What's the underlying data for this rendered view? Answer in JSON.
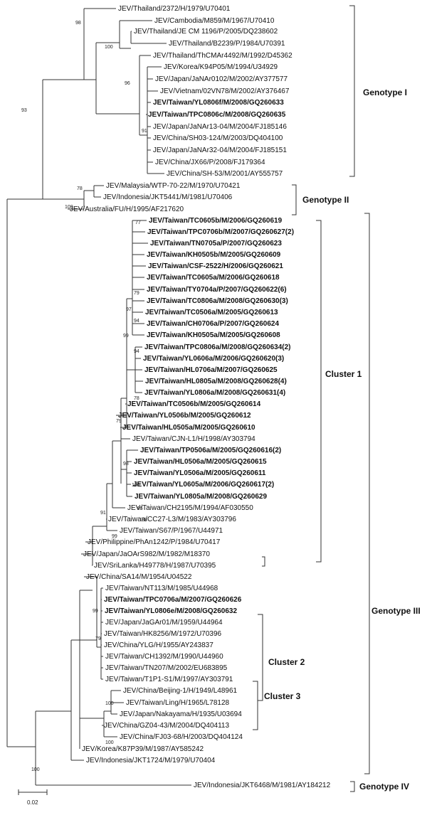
{
  "figure": {
    "leaves": [
      {
        "label": "JEV/Thailand/2372/H/1979/U70401",
        "bold": false
      },
      {
        "label": "JEV/Cambodia/M859/M/1967/U70410",
        "bold": false
      },
      {
        "label": "JEV/Thailand/JE CM 1196/P/2005/DQ238602",
        "bold": false
      },
      {
        "label": "JEV/Thailand/B2239/P/1984/U70391",
        "bold": false
      },
      {
        "label": "JEV/Thailand/ThCMAr4492/M/1992/D45362",
        "bold": false
      },
      {
        "label": "JEV/Korea/K94P05/M/1994/U34929",
        "bold": false
      },
      {
        "label": "JEV/Japan/JaNAr0102/M/2002/AY377577",
        "bold": false
      },
      {
        "label": "JEV/Vietnam/02VN78/M/2002/AY376467",
        "bold": false
      },
      {
        "label": "JEV/Taiwan/YL0806f/M/2008/GQ260633",
        "bold": true
      },
      {
        "label": "JEV/Taiwan/TPC0806c/M/2008/GQ260635",
        "bold": true
      },
      {
        "label": "JEV/Japan/JaNAr13-04/M/2004/FJ185146",
        "bold": false
      },
      {
        "label": "JEV/China/SH03-124/M/2003/DQ404100",
        "bold": false
      },
      {
        "label": "JEV/Japan/JaNAr32-04/M/2004/FJ185151",
        "bold": false
      },
      {
        "label": "JEV/China/JX66/P/2008/FJ179364",
        "bold": false
      },
      {
        "label": "JEV/China/SH-53/M/2001/AY555757",
        "bold": false
      },
      {
        "label": "JEV/Malaysia/WTP-70-22/M/1970/U70421",
        "bold": false
      },
      {
        "label": "JEV/Indonesia/JKT5441/M/1981/U70406",
        "bold": false
      },
      {
        "label": "JEV/Australia/FU/H/1995/AF217620",
        "bold": false
      },
      {
        "label": "JEV/Taiwan/TC0605b/M/2006/GQ260619",
        "bold": true
      },
      {
        "label": "JEV/Taiwan/TPC0706b/M/2007/GQ260627(2)",
        "bold": true
      },
      {
        "label": "JEV/Taiwan/TN0705a/P/2007/GQ260623",
        "bold": true
      },
      {
        "label": "JEV/Taiwan/KH0505b/M/2005/GQ260609",
        "bold": true
      },
      {
        "label": "JEV/Taiwan/CSF-2522/H/2006/GQ260621",
        "bold": true
      },
      {
        "label": "JEV/Taiwan/TC0605a/M/2006/GQ260618",
        "bold": true
      },
      {
        "label": "JEV/Taiwan/TY0704a/P/2007/GQ260622(6)",
        "bold": true
      },
      {
        "label": "JEV/Taiwan/TC0806a/M/2008/GQ260630(3)",
        "bold": true
      },
      {
        "label": "JEV/Taiwan/TC0506a/M/2005/GQ260613",
        "bold": true
      },
      {
        "label": "JEV/Taiwan/CH0706a/P/2007/GQ260624",
        "bold": true
      },
      {
        "label": "JEV/Taiwan/KH0505a/M/2005/GQ260608",
        "bold": true
      },
      {
        "label": "JEV/Taiwan/TPC0806a/M/2008/GQ260634(2)",
        "bold": true
      },
      {
        "label": "JEV/Taiwan/YL0606a/M/2006/GQ260620(3)",
        "bold": true
      },
      {
        "label": "JEV/Taiwan/HL0706a/M/2007/GQ260625",
        "bold": true
      },
      {
        "label": "JEV/Taiwan/HL0805a/M/2008/GQ260628(4)",
        "bold": true
      },
      {
        "label": "JEV/Taiwan/YL0806a/M/2008/GQ260631(4)",
        "bold": true
      },
      {
        "label": "JEV/Taiwan/TC0506b/M/2005/GQ260614",
        "bold": true
      },
      {
        "label": "JEV/Taiwan/YL0506b/M/2005/GQ260612",
        "bold": true
      },
      {
        "label": "JEV/Taiwan/HL0505a/M/2005/GQ260610",
        "bold": true
      },
      {
        "label": "JEV/Taiwan/CJN-L1/H/1998/AY303794",
        "bold": false
      },
      {
        "label": "JEV/Taiwan/TP0506a/M/2005/GQ260616(2)",
        "bold": true
      },
      {
        "label": "JEV/Taiwan/HL0506a/M/2005/GQ260615",
        "bold": true
      },
      {
        "label": "JEV/Taiwan/YL0506a/M/2005/GQ260611",
        "bold": true
      },
      {
        "label": "JEV/Taiwan/YL0605a/M/2006/GQ260617(2)",
        "bold": true
      },
      {
        "label": "JEV/Taiwan/YL0805a/M/2008/GQ260629",
        "bold": true
      },
      {
        "label": "JEV/Taiwan/CH2195/M/1994/AF030550",
        "bold": false
      },
      {
        "label": "JEV/Taiwan/CC27-L3/M/1983/AY303796",
        "bold": false
      },
      {
        "label": "JEV/Taiwan/S67/P/1967/U44971",
        "bold": false
      },
      {
        "label": "JEV/Philippine/PhAn1242/P/1984/U70417",
        "bold": false
      },
      {
        "label": "JEV/Japan/JaOArS982/M/1982/M18370",
        "bold": false
      },
      {
        "label": "JEV/SriLanka/H49778/H/1987/U70395",
        "bold": false
      },
      {
        "label": "JEV/China/SA14/M/1954/U04522",
        "bold": false
      },
      {
        "label": "JEV/Taiwan/NT113/M/1985/U44968",
        "bold": false
      },
      {
        "label": "JEV/Taiwan/TPC0706a/M/2007/GQ260626",
        "bold": true
      },
      {
        "label": "JEV/Taiwan/YL0806e/M/2008/GQ260632",
        "bold": true
      },
      {
        "label": "JEV/Japan/JaGAr01/M/1959/U44964",
        "bold": false
      },
      {
        "label": "JEV/Taiwan/HK8256/M/1972/U70396",
        "bold": false
      },
      {
        "label": "JEV/China/YLG/H/1955/AY243837",
        "bold": false
      },
      {
        "label": "JEV/Taiwan/CH1392/M/1990/U44960",
        "bold": false
      },
      {
        "label": "JEV/Taiwan/TN207/M/2002/EU683895",
        "bold": false
      },
      {
        "label": "JEV/Taiwan/T1P1-S1/M/1997/AY303791",
        "bold": false
      },
      {
        "label": "JEV/China/Beijing-1/H/1949/L48961",
        "bold": false
      },
      {
        "label": "JEV/Taiwan/Ling/H/1965/L78128",
        "bold": false
      },
      {
        "label": "JEV/Japan/Nakayama/H/1935/U03694",
        "bold": false
      },
      {
        "label": "JEV/China/GZ04-43/M/2004/DQ404113",
        "bold": false
      },
      {
        "label": "JEV/China/FJ03-68/H/2003/DQ404124",
        "bold": false
      },
      {
        "label": "JEV/Korea/K87P39/M/1987/AY585242",
        "bold": false
      },
      {
        "label": "JEV/Indonesia/JKT1724/M/1979/U70404",
        "bold": false
      },
      {
        "label": "JEV/Indonesia/JKT6468/M/1981/AY184212",
        "bold": false
      }
    ],
    "bootstrap_values": [
      "98",
      "100",
      "96",
      "91",
      "93",
      "78",
      "100",
      "77",
      "79",
      "97",
      "94",
      "99",
      "94",
      "78",
      "79",
      "99",
      "98",
      "100",
      "95",
      "88",
      "91",
      "99",
      "79",
      "100",
      "100",
      "100"
    ],
    "genotype_labels": [
      "Genotype I",
      "Genotype II",
      "Genotype III",
      "Genotype IV"
    ],
    "cluster_labels": [
      "Cluster 1",
      "Cluster 2",
      "Cluster 3"
    ],
    "scale_bar": {
      "label": "0.02",
      "value": 0.02
    }
  }
}
